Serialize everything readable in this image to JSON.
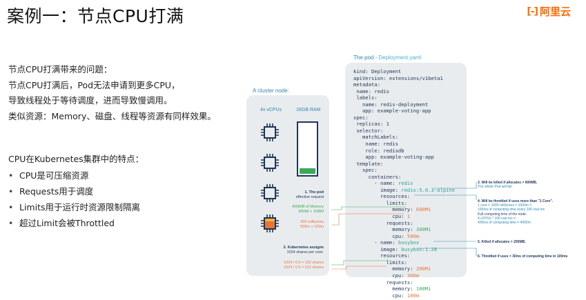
{
  "header": {
    "title": "案例一：节点CPU打满",
    "logo_text": "阿里云",
    "logo_icon": "aliyun-bracket-icon",
    "brand_color": "#ff6a00"
  },
  "problem": {
    "lines": [
      "节点CPU打满带来的问题：",
      "节点CPU打满后，Pod无法申请到更多CPU，",
      "导致线程处于等待调度，进而导致慢调用。",
      "类似资源：Memory、磁盘、线程等资源有同样效果。"
    ]
  },
  "features": {
    "heading": "CPU在Kubernetes集群中的特点：",
    "bullet": "•",
    "items": [
      "CPU是可压缩资源",
      "Requests用于调度",
      "Limits用于运行时资源限制隔离",
      "超过Limit会被Throttled"
    ]
  },
  "cluster": {
    "label": "A cluster node:",
    "vcpu_label": "4x vCPUs",
    "ram_label": "16GB RAM",
    "ram_used_fraction": 0.1,
    "note1_title": "1. The pod",
    "note1_sub": "effective request",
    "note1_mem": "400MiB of Memory",
    "note1_cpu": "300MI + 100MI",
    "note_millicores": "600 millicores",
    "note_millicores_sub": "500m + 100m",
    "note2_title": "2. Kubernetes assigns",
    "note2_sub": "1024 shares per core.",
    "share1": "1024 / 0.5 = 102 shares",
    "share2": "1024 / 0.5 = 512 shares"
  },
  "pod": {
    "label_prefix": "The pod - ",
    "label_file": "Deployment.yaml",
    "yaml": [
      "kind: Deployment",
      "apiVersion: extensions/v1beta1",
      "metadata:",
      " name: redis",
      " labels:",
      "   name: redis-deployment",
      "   app: example-voting-app",
      "spec:",
      " replicas: 1",
      " selector:",
      "   matchLabels:",
      "    name: redis",
      "    role: redisdb",
      "    app: example-voting-app",
      " template:",
      "   spec:",
      "     containers:",
      "       - name: redis",
      "         image: redis:5.0.3-alpine",
      "         resources:",
      "           limits:",
      "             memory: 600Mi",
      "             cpu: 1",
      "           requests:",
      "             memory: 300Mi",
      "             cpu: 500m",
      "       - name: busybox",
      "         image: busybox:1.28",
      "         resources:",
      "           limits:",
      "             memory: 200Mi",
      "             cpu: 300m",
      "           requests:",
      "             memory: 100Mi",
      "             cpu: 100m"
    ]
  },
  "annotations": {
    "a3_title": "3. Will be killed if allocates > 600MB.",
    "a3_sub": "The whole Pod will fail.",
    "a4_title": "4. Will be throttled if uses more than \"1 Core\".",
    "a4_l1": "1 core = 1000 millicores = 1000m =",
    "a4_l2": "100ms of computing time every 100 real ms",
    "a4_l3": "Full computing time of the node:",
    "a4_l4": "4 vCPUs * 100 real ms =",
    "a4_l5": "400ms of computing time = 4000m",
    "a5": "5. Killed if allocates > 200MB.",
    "a6": "6. Throttled if uses > 30ms of computing time in 100ms"
  }
}
